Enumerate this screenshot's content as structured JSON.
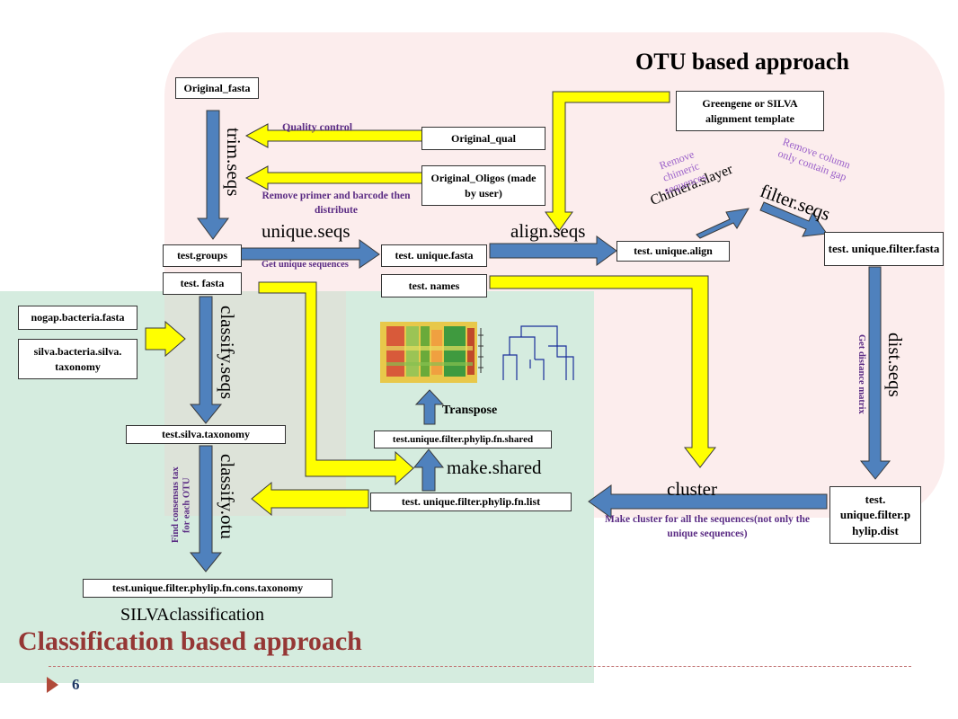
{
  "otu_title": "OTU based approach",
  "classification_title": "Classification based approach",
  "silva_classification": "SILVAclassification",
  "page_number": "6",
  "boxes": {
    "original_fasta": "Original_fasta",
    "greengene_silva": "Greengene or SILVA alignment template",
    "original_qual": "Original_qual",
    "original_oligos": "Original_Oligos (made by user)",
    "test_groups": "test.groups",
    "test_fasta": "test. fasta",
    "test_unique_fasta": "test. unique.fasta",
    "test_names": "test. names",
    "test_unique_align": "test. unique.align",
    "test_unique_filter_fasta": "test. unique.filter.fasta",
    "nogap_bacteria_fasta": "nogap.bacteria.fasta",
    "silva_bacteria_taxonomy": "silva.bacteria.silva. taxonomy",
    "test_silva_taxonomy": "test.silva.taxonomy",
    "test_shared": "test.unique.filter.phylip.fn.shared",
    "test_list": "test. unique.filter.phylip.fn.list",
    "test_dist": "test. unique.filter.p hylip.dist",
    "test_cons_taxonomy": "test.unique.filter.phylip.fn.cons.taxonomy"
  },
  "commands": {
    "trim_seqs": "trim.seqs",
    "unique_seqs": "unique.seqs",
    "align_seqs": "align.seqs",
    "chimera_slayer": "Chimera.slayer",
    "filter_seqs": "filter.seqs",
    "dist_seqs": "dist.seqs",
    "classify_seqs": "classify.seqs",
    "classify_otu": "classify.otu",
    "make_shared": "make.shared",
    "cluster": "cluster",
    "transpose": "Transpose"
  },
  "notes": {
    "quality_control": "Quality  control",
    "remove_primer": "Remove primer and barcode then distribute",
    "get_unique": "Get unique sequences",
    "remove_chimeric": "Remove chimeric sequences",
    "remove_column": "Remove column only contain gap",
    "get_distance": "Get distance matrix",
    "find_consensus": "Find consensus tax for each OTU",
    "make_cluster": "Make cluster for all the sequences(not only the unique sequences)"
  },
  "colors": {
    "blue_arrow": "#4f81bd",
    "yellow_arrow": "#ffff00",
    "title_red": "#953735",
    "pink_panel": "#fceded",
    "green_panel": "#d5ecdf"
  }
}
